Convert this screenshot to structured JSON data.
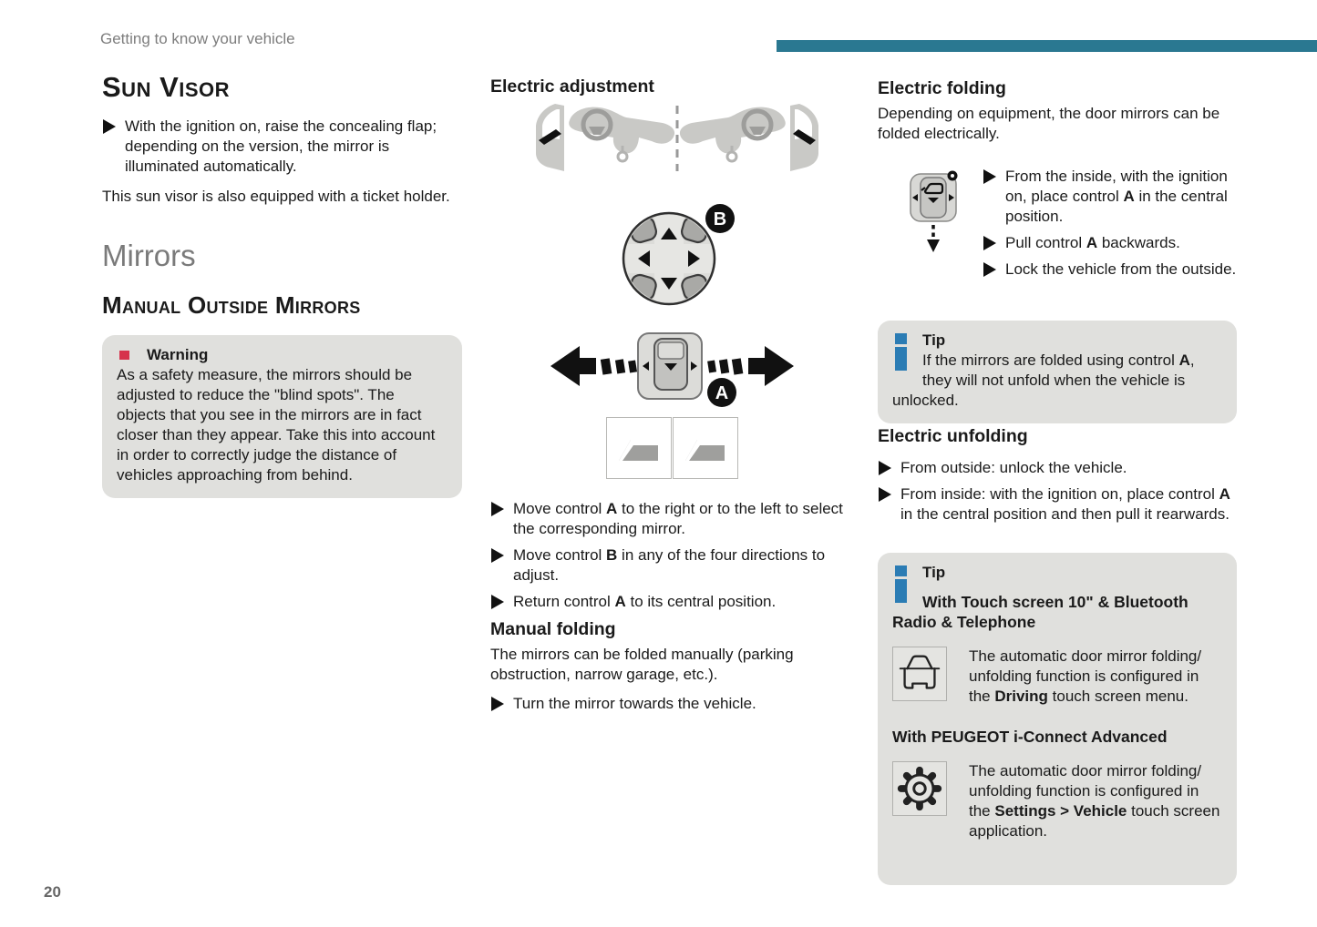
{
  "meta": {
    "header": "Getting to know your vehicle",
    "page_number": "20"
  },
  "colors": {
    "accent_teal": "#2a7891",
    "warning_red": "#d6334c",
    "info_blue": "#2b7cb4",
    "box_gray": "#e0e0dd"
  },
  "col1": {
    "sun_visor_title": "Sun Visor",
    "sun_visor_bullet": "With the ignition on, raise the concealing flap; depending on the version, the mirror is illuminated automatically.",
    "sun_visor_para": "This sun visor is also equipped with a ticket holder.",
    "mirrors_title": "Mirrors",
    "manual_mirrors_title": "Manual Outside Mirrors",
    "warning_title": "Warning",
    "warning_body": "As a safety measure, the mirrors should be adjusted to reduce the \"blind spots\". The objects that you see in the mirrors are in fact closer than they appear. Take this into account in order to correctly judge the distance of vehicles approaching from behind."
  },
  "col2": {
    "heading": "Electric adjustment",
    "control_b_label": "B",
    "control_a_label": "A",
    "bullets": [
      {
        "pre": "Move control ",
        "bold": "A",
        "post": " to the right or to the left to select the corresponding mirror."
      },
      {
        "pre": "Move control ",
        "bold": "B",
        "post": " in any of the four directions to adjust."
      },
      {
        "pre": "Return control ",
        "bold": "A",
        "post": " to its central position."
      }
    ],
    "manual_folding_title": "Manual folding",
    "manual_folding_para": "The mirrors can be folded manually (parking obstruction, narrow garage, etc.).",
    "manual_folding_bullet": "Turn the mirror towards the vehicle."
  },
  "col3": {
    "folding_title": "Electric folding",
    "folding_para": "Depending on equipment, the door mirrors can be folded electrically.",
    "folding_bullets": [
      {
        "pre": "From the inside, with the ignition on, place control ",
        "bold": "A",
        "post": " in the central position."
      },
      {
        "pre": "Pull control ",
        "bold": "A",
        "post": " backwards."
      },
      {
        "pre": "Lock the vehicle from the outside.",
        "bold": "",
        "post": ""
      }
    ],
    "tip1": {
      "title": "Tip",
      "pre": "If the mirrors are folded using control ",
      "bold": "A",
      "post": ", they will not unfold when the vehicle is unlocked."
    },
    "unfolding_title": "Electric unfolding",
    "unfolding_bullets": [
      {
        "pre": "From outside: unlock the vehicle.",
        "bold": "",
        "post": ""
      },
      {
        "pre": "From inside: with the ignition on, place control ",
        "bold": "A",
        "post": " in the central position and then pull it rearwards."
      }
    ],
    "tip2": {
      "title": "Tip",
      "subtitle1": "With Touch screen 10\" & Bluetooth Radio & Telephone",
      "item1_pre": "The automatic door mirror folding/ unfolding function is configured in the ",
      "item1_bold": "Driving",
      "item1_post": " touch screen menu.",
      "subtitle2": "With PEUGEOT i-Connect Advanced",
      "item2_pre": "The automatic door mirror folding/ unfolding function is configured in the ",
      "item2_bold": "Settings > Vehicle",
      "item2_post": " touch screen application."
    }
  }
}
